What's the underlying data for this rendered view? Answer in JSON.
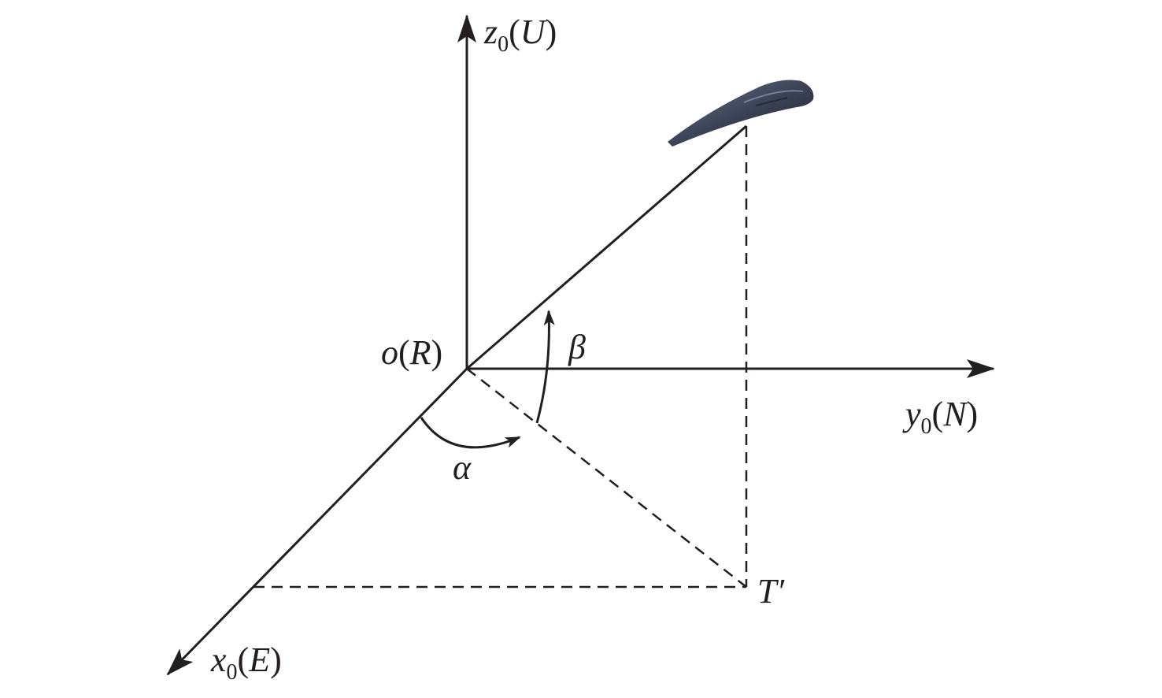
{
  "diagram": {
    "axes": {
      "z": {
        "symbol": "z",
        "subscript": "0",
        "direction": "U"
      },
      "y": {
        "symbol": "y",
        "subscript": "0",
        "direction": "N"
      },
      "x": {
        "symbol": "x",
        "subscript": "0",
        "direction": "E"
      }
    },
    "origin": {
      "symbol": "o",
      "name": "R"
    },
    "angles": {
      "azimuth": "α",
      "elevation": "β"
    },
    "projection_point": "T′",
    "target_icon": "aircraft-icon",
    "colors": {
      "line": "#231f20",
      "aircraft_dark": "#2e3340",
      "aircraft_light": "#5d6a86"
    }
  }
}
